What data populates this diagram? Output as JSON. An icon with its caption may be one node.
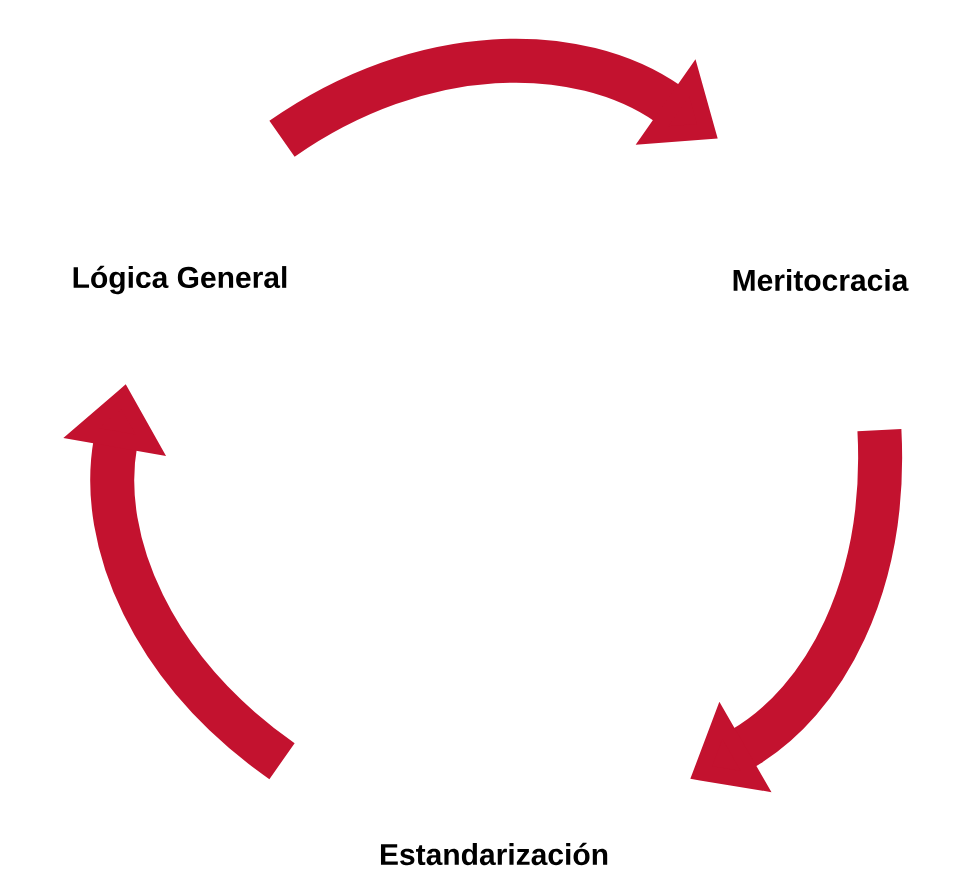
{
  "diagram": {
    "nodes": [
      {
        "text": [
          "Lógica General"
        ]
      },
      {
        "text": [
          "Meritocracia"
        ]
      },
      {
        "text": [
          "Estandarización"
        ]
      }
    ],
    "edges": [
      {
        "from": 0,
        "to": 1,
        "arrow": "to"
      },
      {
        "from": 1,
        "to": 2,
        "arrow": "to"
      },
      {
        "from": 2,
        "to": 0,
        "arrow": "to"
      }
    ]
  }
}
